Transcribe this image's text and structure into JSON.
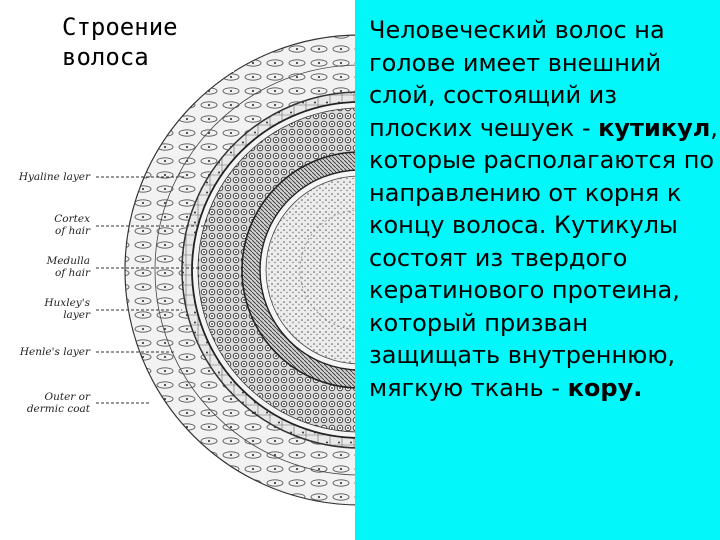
{
  "slide": {
    "title_line1": "Строение",
    "title_line2": "волоса",
    "text": {
      "p1": "Человеческий волос на голове имеет внешний слой, состоящий из плоских чешуек - ",
      "b1": "кутикул",
      "p2": ", которые располагаются по направлению от корня к концу волоса. Кутикулы состоят из твердого кератинового протеина, который призван защищать внутреннюю, мягкую ткань  - ",
      "b2": "кору",
      "p3": "."
    }
  },
  "figure": {
    "labels": {
      "hyaline": "Hyaline layer",
      "cortex_1": "Cortex",
      "cortex_2": "of hair",
      "medulla_1": "Medulla",
      "medulla_2": "of hair",
      "huxley_1": "Huxley's",
      "huxley_2": "layer",
      "henle": "Henle's layer",
      "outer_1": "Outer or",
      "outer_2": "dermic coat"
    }
  },
  "colors": {
    "panel": "#01f7f9",
    "ink": "#222222"
  }
}
